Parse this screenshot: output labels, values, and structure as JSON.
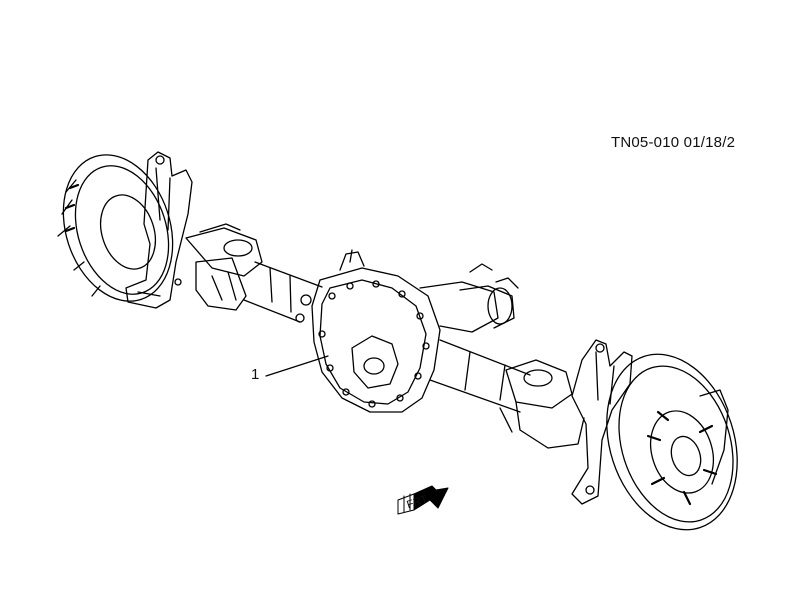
{
  "diagram": {
    "reference_code": "TN05-010  01/18/2",
    "callouts": [
      {
        "label": "1"
      }
    ],
    "front_indicator": "FRT"
  }
}
